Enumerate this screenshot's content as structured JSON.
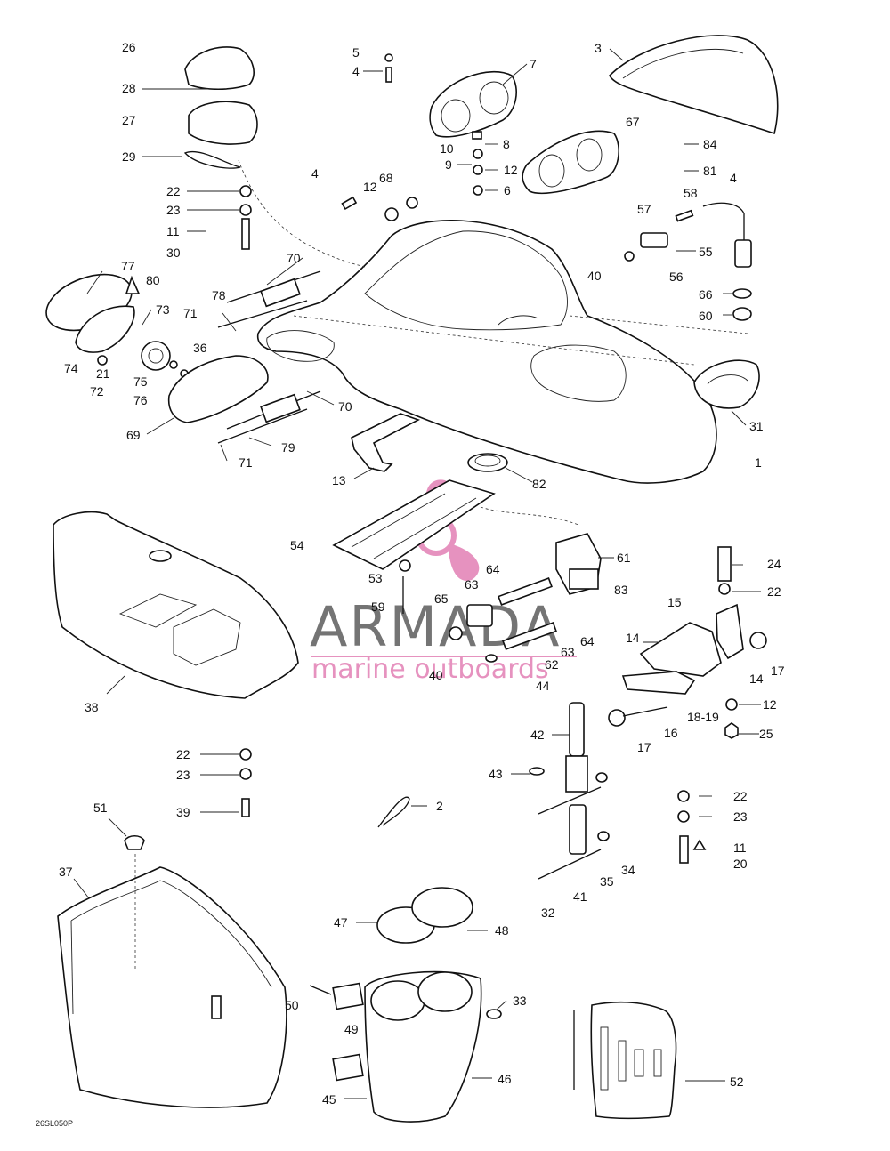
{
  "watermark": {
    "brand": "ARMADA",
    "tagline": "marine outboards",
    "brand_color": "#5c5c5c",
    "accent_color": "#e27fb4"
  },
  "ref_code": "26SL050P",
  "labels": {
    "l26": "26",
    "l28": "28",
    "l27": "27",
    "l29": "29",
    "l22a": "22",
    "l23a": "23",
    "l11a": "11",
    "l30": "30",
    "l5": "5",
    "l4a": "4",
    "l7": "7",
    "l10": "10",
    "l8": "8",
    "l9": "9",
    "l12a": "12",
    "l6": "6",
    "l3": "3",
    "l67": "67",
    "l84": "84",
    "l81": "81",
    "l4b": "4",
    "l4c": "4",
    "l12b": "12",
    "l68": "68",
    "l58": "58",
    "l57": "57",
    "l55": "55",
    "l40a": "40",
    "l56": "56",
    "l66": "66",
    "l60": "60",
    "l77": "77",
    "l80": "80",
    "l73": "73",
    "l74": "74",
    "l21": "21",
    "l72": "72",
    "l75": "75",
    "l76": "76",
    "l36": "36",
    "l69": "69",
    "l70a": "70",
    "l78": "78",
    "l71a": "71",
    "l70b": "70",
    "l79": "79",
    "l71b": "71",
    "l31": "31",
    "l1": "1",
    "l13": "13",
    "l82": "82",
    "l54": "54",
    "l53": "53",
    "l59": "59",
    "l61": "61",
    "l64a": "64",
    "l63a": "63",
    "l83": "83",
    "l65": "65",
    "l64b": "64",
    "l63b": "63",
    "l62": "62",
    "l40b": "40",
    "l44": "44",
    "l24": "24",
    "l22b": "22",
    "l15": "15",
    "l14a": "14",
    "l14b": "14",
    "l17a": "17",
    "l12c": "12",
    "l1819": "18-19",
    "l16": "16",
    "l17b": "17",
    "l25": "25",
    "l38": "38",
    "l22c": "22",
    "l23b": "23",
    "l39": "39",
    "l42": "42",
    "l43": "43",
    "l2": "2",
    "l32": "32",
    "l41": "41",
    "l35": "35",
    "l34": "34",
    "l22d": "22",
    "l23c": "23",
    "l11b": "11",
    "l20": "20",
    "l51": "51",
    "l37": "37",
    "l47": "47",
    "l48": "48",
    "l50": "50",
    "l49": "49",
    "l33": "33",
    "l46": "46",
    "l45": "45",
    "l52": "52"
  }
}
